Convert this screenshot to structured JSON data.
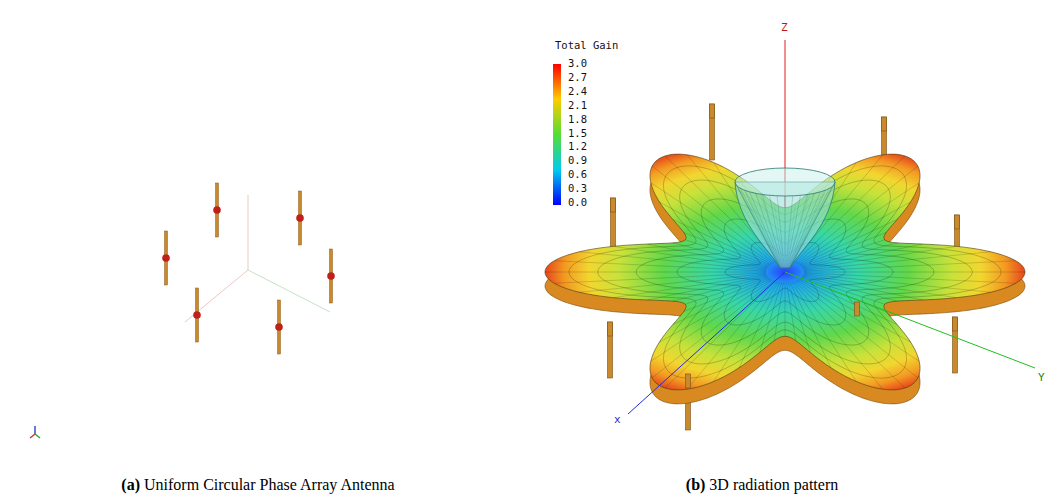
{
  "diagram": {
    "labels": [
      "Total Gain",
      "3.0",
      "2.7",
      "2.4",
      "2.1",
      "1.8",
      "1.5",
      "1.2",
      "0.9",
      "0.6",
      "0.3",
      "0.0",
      "Z",
      "Y",
      "x",
      "(a) Uniform Circular Phase Array Antenna",
      "(b) 3D radiation pattern"
    ]
  }
}
